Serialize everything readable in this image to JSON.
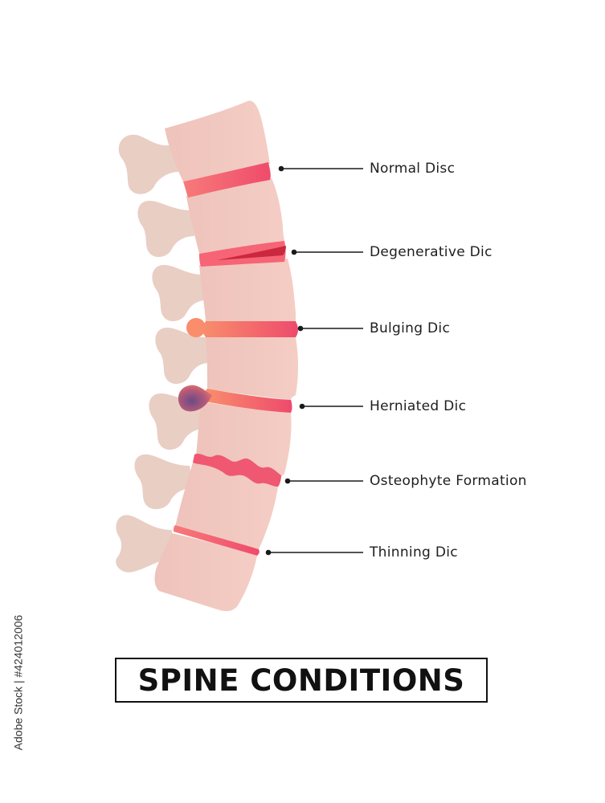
{
  "diagram": {
    "labels": [
      {
        "id": "normal",
        "text": "Normal Disc"
      },
      {
        "id": "degenerative",
        "text": "Degenerative Dic"
      },
      {
        "id": "bulging",
        "text": "Bulging Dic"
      },
      {
        "id": "herniated",
        "text": "Herniated Dic"
      },
      {
        "id": "osteophyte",
        "text": "Osteophyte Formation"
      },
      {
        "id": "thinning",
        "text": "Thinning Dic"
      }
    ],
    "title": "SPINE CONDITIONS",
    "stock_id": "Adobe Stock | #424012006"
  },
  "colors": {
    "bone": "#f1c8c0",
    "process": "#e8cdc3",
    "disc": "#f05a6c",
    "disc_light": "#f9a082",
    "herniation": "#8a4a70",
    "line": "#1a1a1a"
  }
}
